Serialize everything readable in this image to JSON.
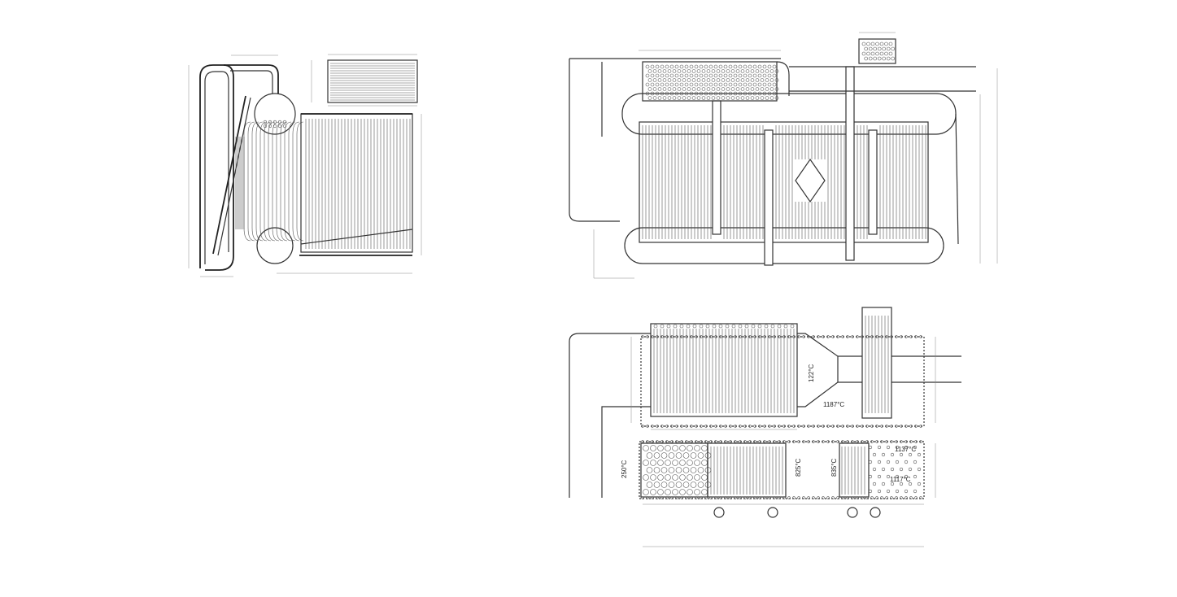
{
  "colors": {
    "background": "#ffffff",
    "line": "#333333"
  },
  "temperatures": {
    "t_122": "122°C",
    "t_1187": "1187°C",
    "t_1137": "1137°C",
    "t_1117": "1117°C",
    "t_250": "250°C",
    "t_825": "825°C",
    "t_835": "835°C"
  }
}
